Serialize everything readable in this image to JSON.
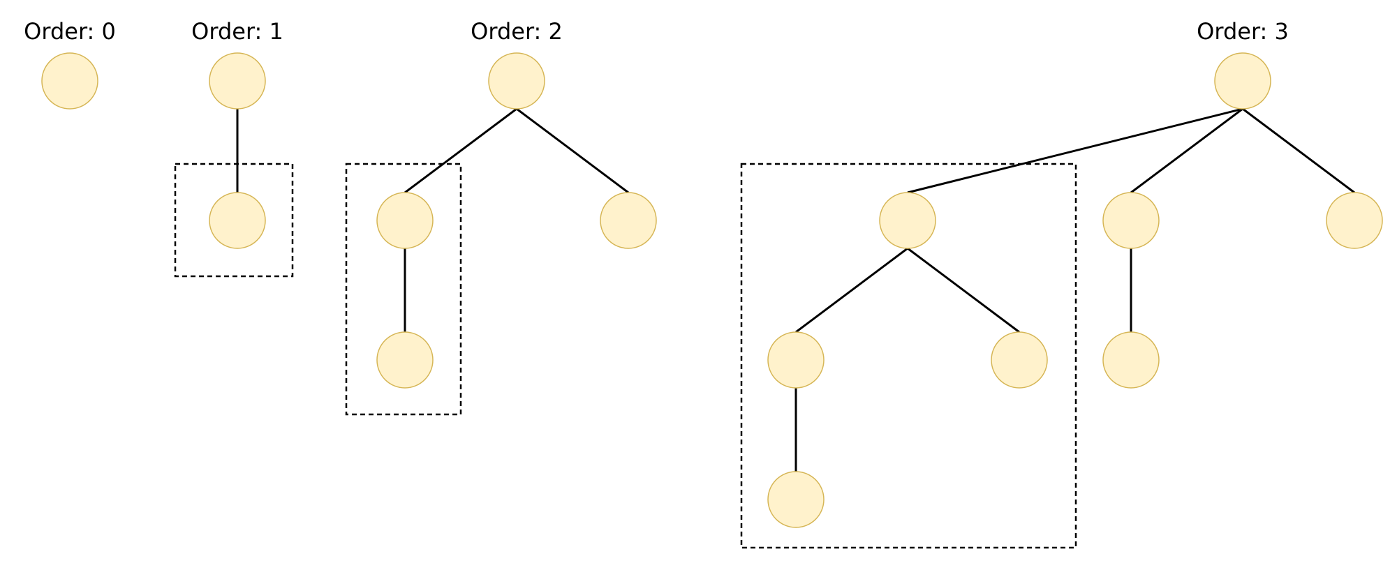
{
  "diagram": {
    "colors": {
      "node_fill": "#fff2cc",
      "node_stroke": "#d6b656",
      "edge": "#000000",
      "subtree_box": "#000000"
    },
    "trees": [
      {
        "title": "Order: 0"
      },
      {
        "title": "Order: 1"
      },
      {
        "title": "Order: 2"
      },
      {
        "title": "Order: 3"
      }
    ]
  }
}
